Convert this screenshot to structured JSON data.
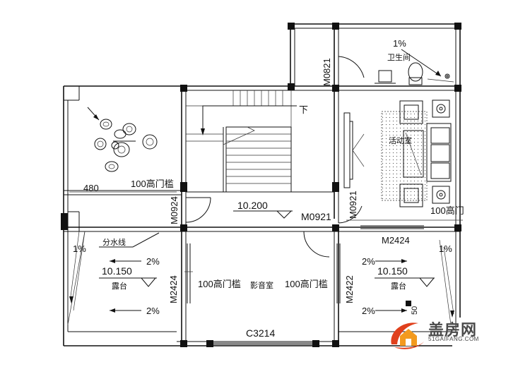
{
  "rooms": {
    "bathroom": "卫生间",
    "activity": "活动室",
    "theater": "影音室",
    "terrace_left": "露台",
    "terrace_right": "露台"
  },
  "labels": {
    "down": "下",
    "sill_left": "100高门槛",
    "sill_theater_left": "100高门槛",
    "sill_theater_right": "100高门槛",
    "sill_activity": "100高门",
    "split_water": "分水线",
    "dim_480": "480",
    "elev_main": "10.200",
    "elev_left": "10.150",
    "elev_right": "10.150",
    "slope_bath": "1%",
    "slope_left_edge": "1%",
    "slope_right_edge": "1%",
    "slope_left_1": "2%",
    "slope_left_2": "2%",
    "slope_right_1": "2%",
    "slope_right_2": "2%",
    "cut_num": "50"
  },
  "openings": {
    "m0821": "M0821",
    "m0924": "M0924",
    "m0921_a": "M0921",
    "m0921_b": "M0921",
    "m2424_top": "M2424",
    "m2424_left": "M2424",
    "m2422": "M2422",
    "c3214": "C3214"
  },
  "logo": {
    "brand": "盖房网",
    "url": "51GAIFANG.COM"
  },
  "colors": {
    "line": "#111111",
    "logo_red": "#e0401c",
    "logo_orange": "#f39a1e"
  }
}
